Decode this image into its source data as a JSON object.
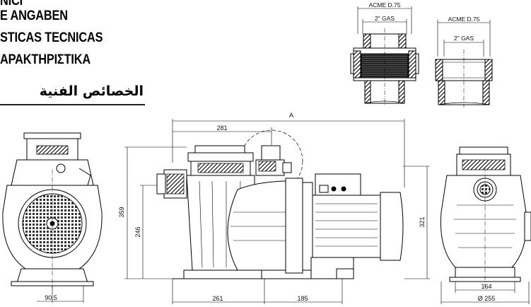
{
  "header": {
    "lines": [
      "NICI",
      "E ANGABEN",
      "STICAS TECNICAS",
      "ΑΡΑΚΤΗΡΙΣΤΙΚΑ"
    ],
    "arabic": "الخصائص الفنية"
  },
  "fittings": {
    "left": {
      "thread_outer": "ACME D.75",
      "thread_inner": "2\" GAS"
    },
    "right": {
      "thread_outer": "ACME D.75",
      "thread_inner": "2\" GAS"
    }
  },
  "dimensions": {
    "overall_length": "A",
    "inlet_to_pump": "281",
    "total_height": "359",
    "inlet_height": "246",
    "motor_height": "321",
    "base_left": "261",
    "base_right": "185",
    "front_offset": "90.5",
    "rear_base": "164",
    "rear_diameter": "Ø 255"
  }
}
